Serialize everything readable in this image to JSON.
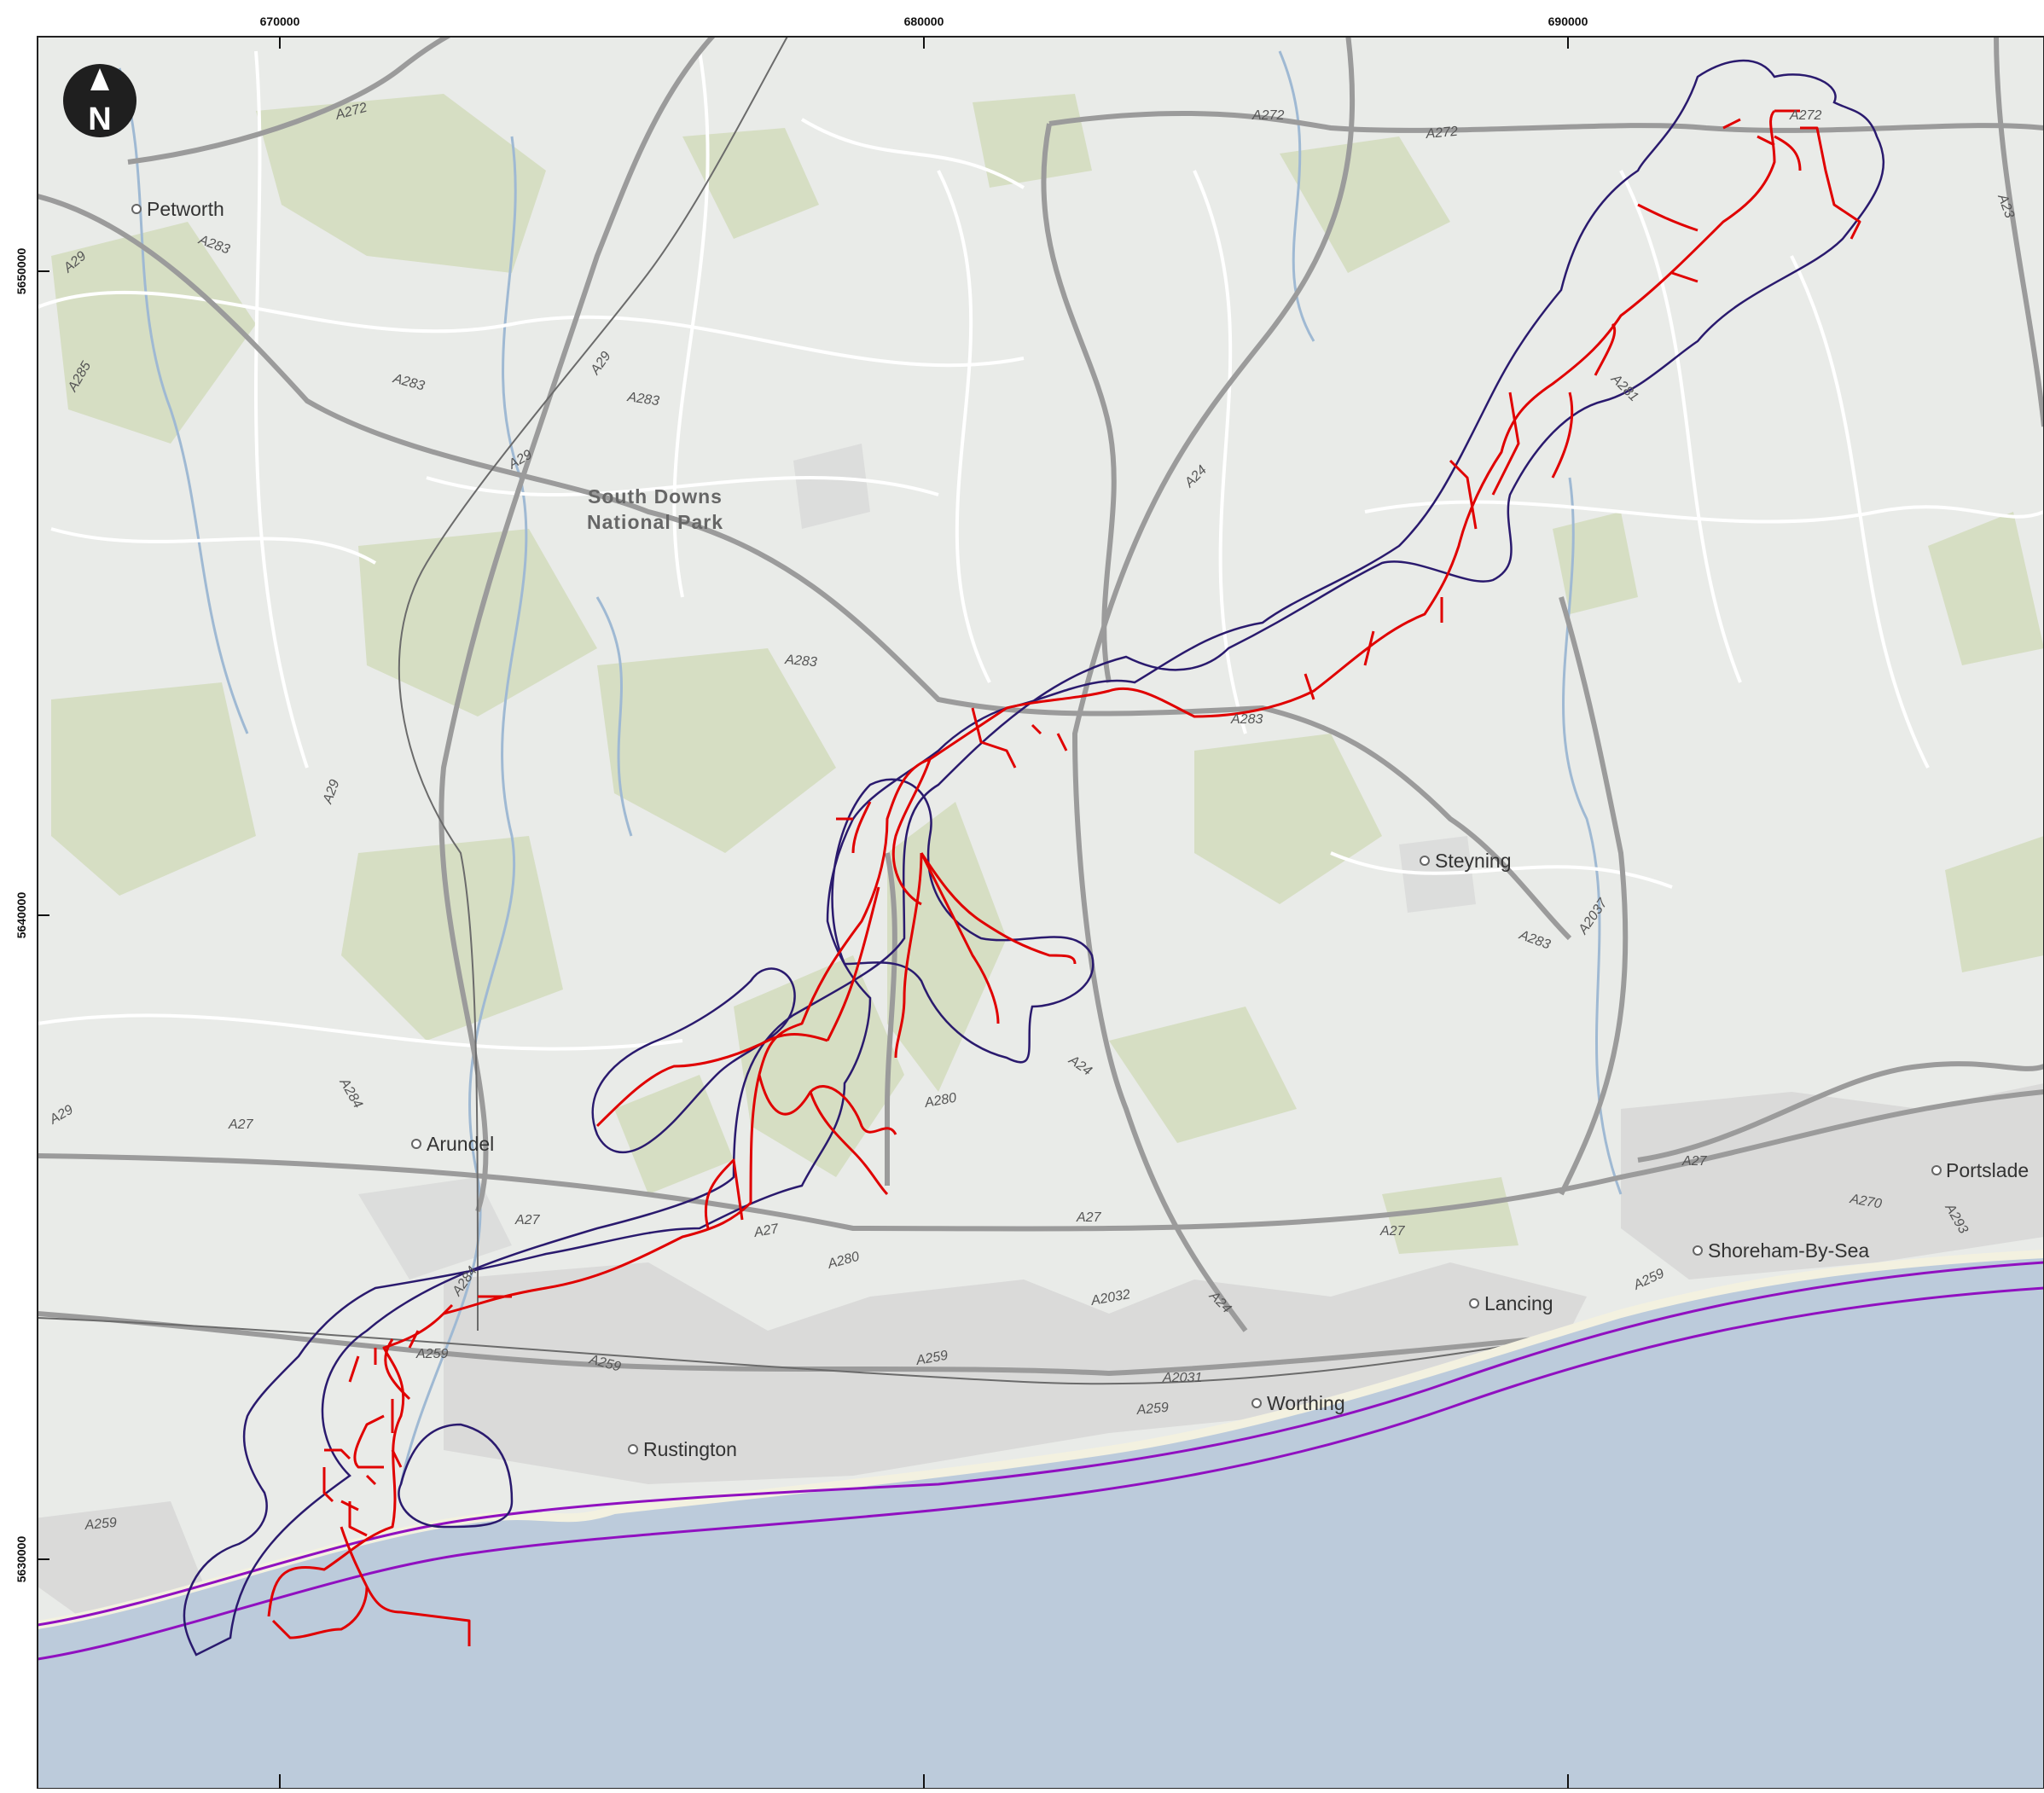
{
  "map": {
    "grid": {
      "x_labels": [
        "670000",
        "680000",
        "690000"
      ],
      "y_labels": [
        "5650000",
        "5640000",
        "5630000"
      ]
    },
    "north_arrow": {
      "letter": "N",
      "icon": "north-arrow-icon"
    },
    "places": [
      "Petworth",
      "Arundel",
      "Rustington",
      "Worthing",
      "Lancing",
      "Steyning",
      "Shoreham-By-Sea",
      "Portslade"
    ],
    "park": {
      "line1": "South Downs",
      "line2": "National Park"
    },
    "roads": [
      "A272",
      "A272",
      "A272",
      "A272",
      "A283",
      "A283",
      "A283",
      "A283",
      "A283",
      "A283",
      "A285",
      "A29",
      "A29",
      "A29",
      "A29",
      "A29",
      "A24",
      "A24",
      "A24",
      "A281",
      "A280",
      "A280",
      "A284",
      "A284",
      "A27",
      "A27",
      "A27",
      "A27",
      "A27",
      "A27",
      "A259",
      "A259",
      "A259",
      "A259",
      "A259",
      "A259",
      "A2032",
      "A2031",
      "A2037",
      "A270",
      "A293",
      "A23"
    ],
    "colors": {
      "land": "#e9ebe8",
      "woodland": "#d4dcc0",
      "sea": "#bccbdb",
      "river": "#9fb9d3",
      "major_road": "#9b9b9b",
      "minor_road": "#ffffff",
      "route": "#e00000",
      "buffer": "#2a1a6e",
      "coast_line": "#9010c0"
    }
  }
}
